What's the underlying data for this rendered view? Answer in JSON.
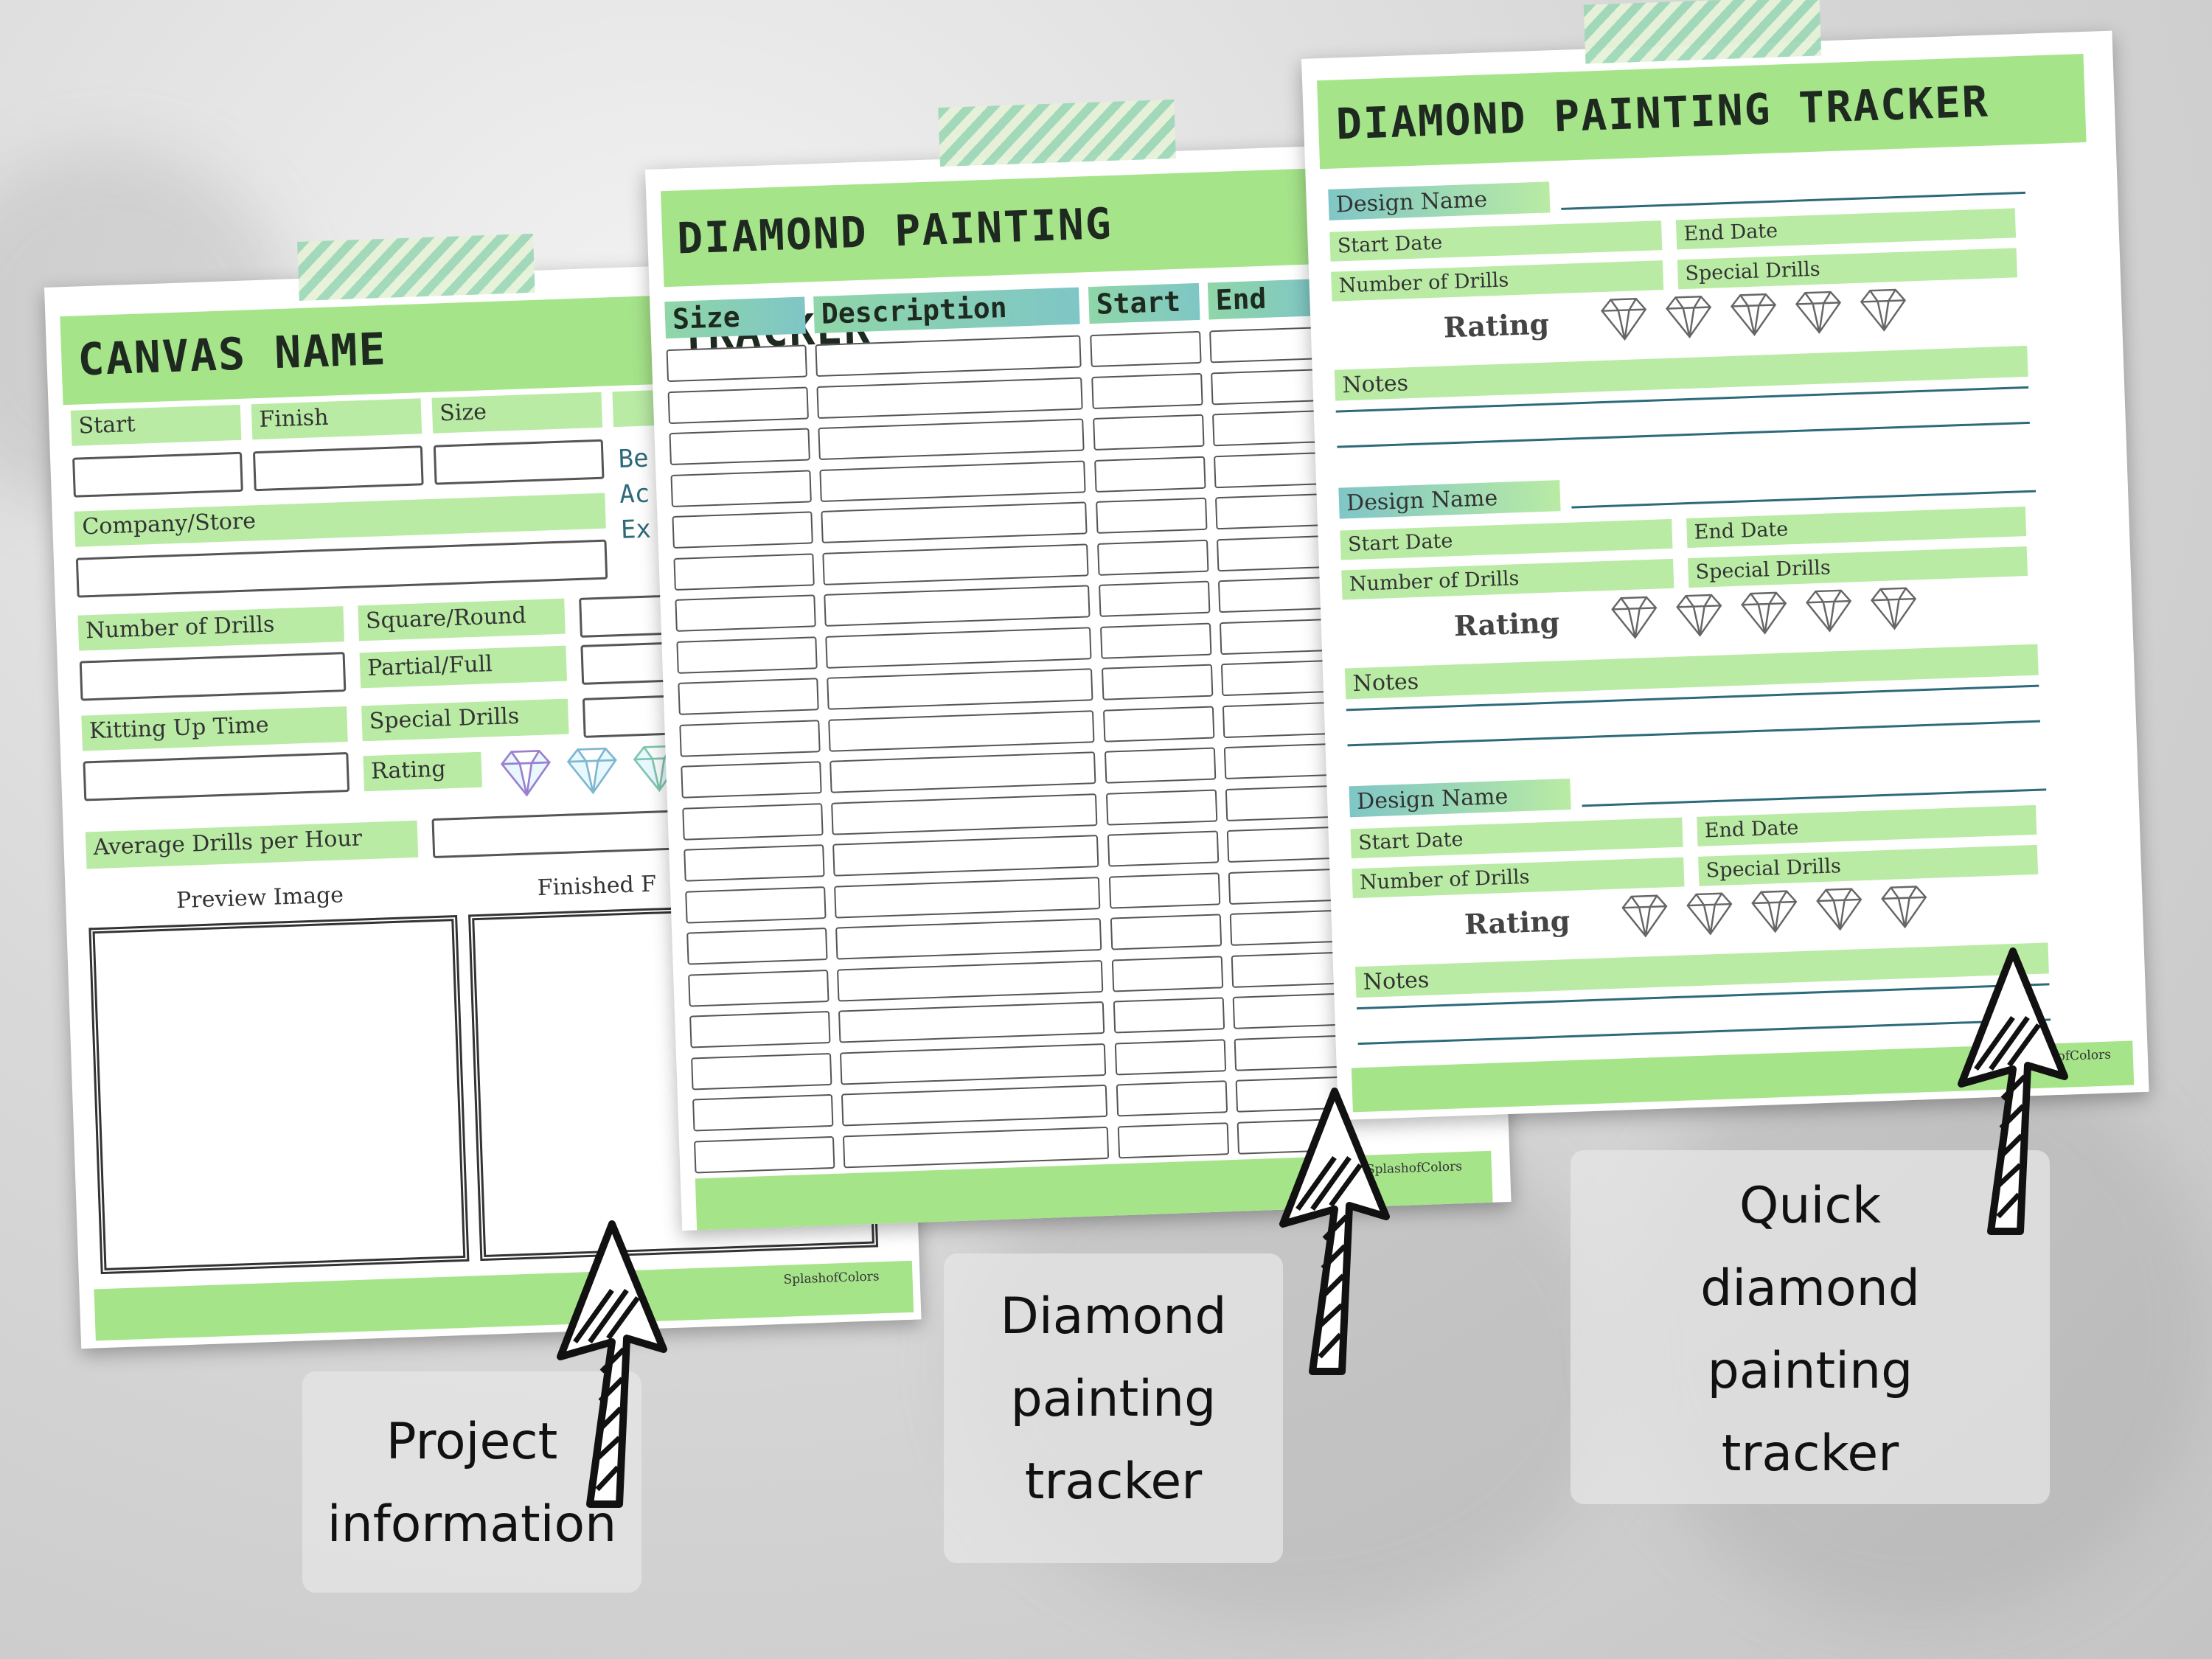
{
  "sheet1": {
    "title": "CANVAS NAME",
    "labels": {
      "start": "Start",
      "finish": "Finish",
      "size": "Size",
      "company": "Company/Store",
      "drills": "Number of Drills",
      "square_round": "Square/Round",
      "partial_full": "Partial/Full",
      "kitting": "Kitting Up Time",
      "special": "Special Drills",
      "rating": "Rating",
      "avg": "Average Drills per Hour"
    },
    "side_labels": [
      "Be",
      "Ac",
      "Ex"
    ],
    "preview": "Preview Image",
    "finished": "Finished F",
    "brand": "SplashofColors"
  },
  "sheet2": {
    "title": "DIAMOND PAINTING TRACKER",
    "columns": [
      "Size",
      "Description",
      "Start",
      "End"
    ],
    "brand": "SplashofColors"
  },
  "sheet3": {
    "title": "DIAMOND PAINTING TRACKER",
    "design_name": "Design Name",
    "start_date": "Start Date",
    "end_date": "End Date",
    "drills": "Number of Drills",
    "special": "Special Drills",
    "rating": "Rating",
    "notes": "Notes",
    "brand": "SplashofColors"
  },
  "captions": {
    "project": [
      "Project",
      "information"
    ],
    "tracker": [
      "Diamond",
      "painting",
      "tracker"
    ],
    "quick": [
      "Quick",
      "diamond",
      "painting",
      "tracker"
    ]
  },
  "colors": {
    "header_green": "#a6e48a",
    "label_green": "#b9eba4",
    "line_teal": "#2d6a7a"
  }
}
